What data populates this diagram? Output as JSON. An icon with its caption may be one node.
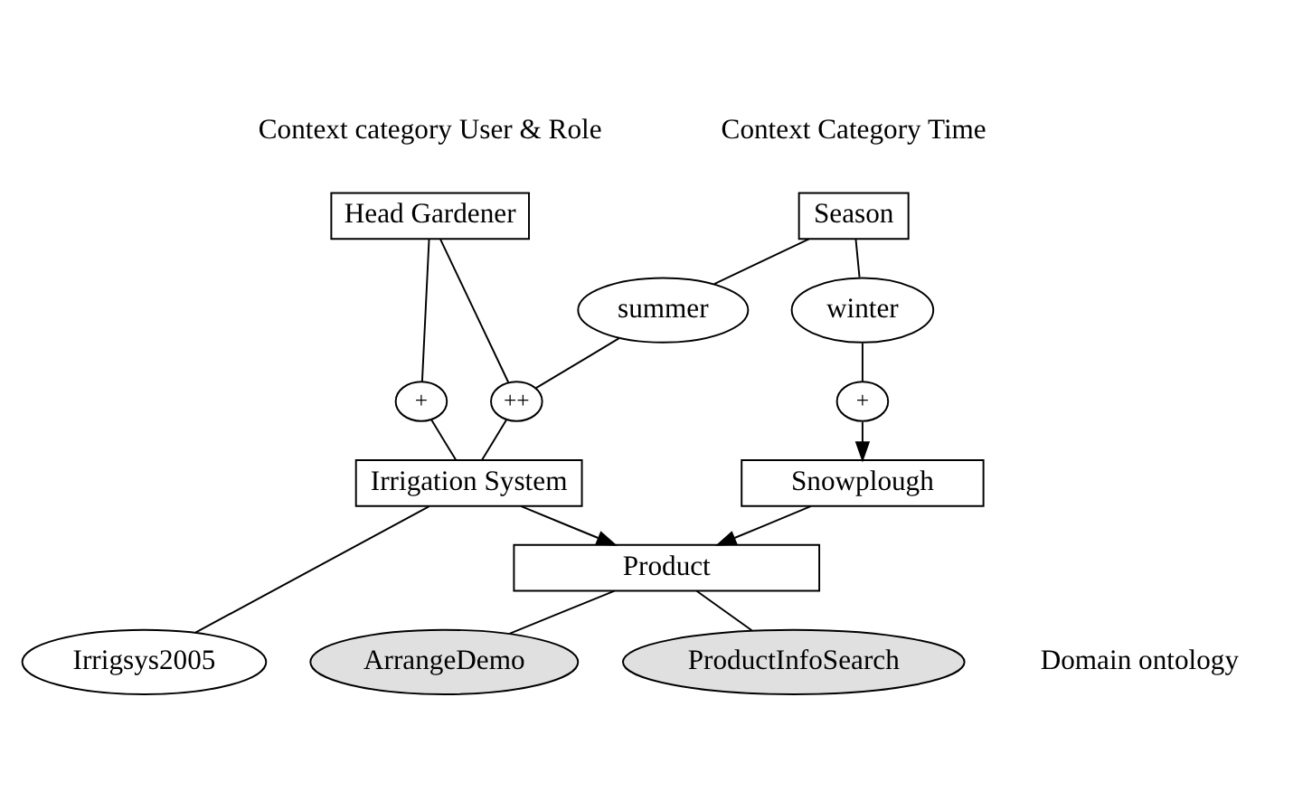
{
  "diagram": {
    "nodes": [
      {
        "text": [
          "Head Gardener"
        ]
      },
      {
        "text": [
          "Season"
        ]
      },
      {
        "text": [
          "summer"
        ]
      },
      {
        "text": [
          "winter"
        ]
      },
      {
        "text": [
          "+"
        ]
      },
      {
        "text": [
          "++"
        ]
      },
      {
        "text": [
          "+"
        ]
      },
      {
        "text": [
          "Product"
        ]
      },
      {
        "text": [
          "Irrigation System"
        ]
      },
      {
        "text": [
          "Snowplough"
        ]
      },
      {
        "text": [
          "Irrigsys2005"
        ]
      },
      {
        "text": [
          "ArrangeDemo"
        ]
      },
      {
        "text": [
          "ProductInfoSearch"
        ]
      }
    ],
    "edges": [
      {
        "from": 0,
        "to": 4,
        "arrow": "none"
      },
      {
        "from": 4,
        "to": 8,
        "arrow": "none"
      },
      {
        "from": 0,
        "to": 5,
        "arrow": "none"
      },
      {
        "from": 5,
        "to": 8,
        "arrow": "none"
      },
      {
        "from": 2,
        "to": 5,
        "arrow": "none"
      },
      {
        "from": 1,
        "to": 2,
        "arrow": "none"
      },
      {
        "from": 1,
        "to": 3,
        "arrow": "none"
      },
      {
        "from": 3,
        "to": 6,
        "arrow": "none"
      },
      {
        "from": 6,
        "to": 9,
        "arrow": "to"
      },
      {
        "from": 8,
        "to": 7,
        "arrow": "to"
      },
      {
        "from": 9,
        "to": 7,
        "arrow": "to"
      },
      {
        "from": 8,
        "to": 10,
        "arrow": "none"
      },
      {
        "from": 7,
        "to": 12,
        "arrow": "none"
      },
      {
        "from": 7,
        "to": 11,
        "arrow": "none"
      }
    ],
    "labels": [
      "Context category User & Role",
      "Context Category Time",
      "Domain ontology"
    ]
  }
}
